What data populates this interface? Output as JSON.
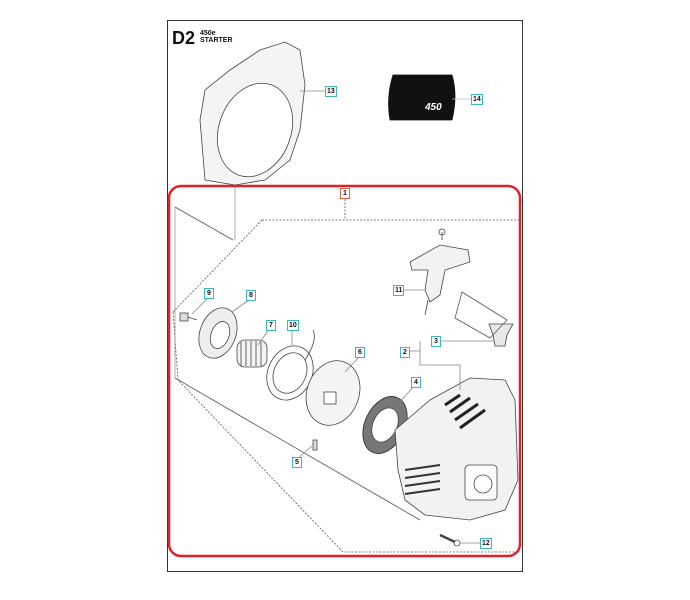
{
  "header": {
    "code": "D2",
    "model": "450e",
    "title": "STARTER"
  },
  "decal": {
    "text": "450"
  },
  "callouts": [
    {
      "id": "1",
      "kind": "assembly"
    },
    {
      "id": "2"
    },
    {
      "id": "3"
    },
    {
      "id": "4"
    },
    {
      "id": "5"
    },
    {
      "id": "6"
    },
    {
      "id": "7"
    },
    {
      "id": "8"
    },
    {
      "id": "9"
    },
    {
      "id": "10"
    },
    {
      "id": "11"
    },
    {
      "id": "12"
    },
    {
      "id": "13"
    },
    {
      "id": "14"
    }
  ],
  "colors": {
    "assembly_outline": "#e3202a",
    "callout_border": "#3bb6c4",
    "assembly_callout_border": "#e8643c"
  }
}
